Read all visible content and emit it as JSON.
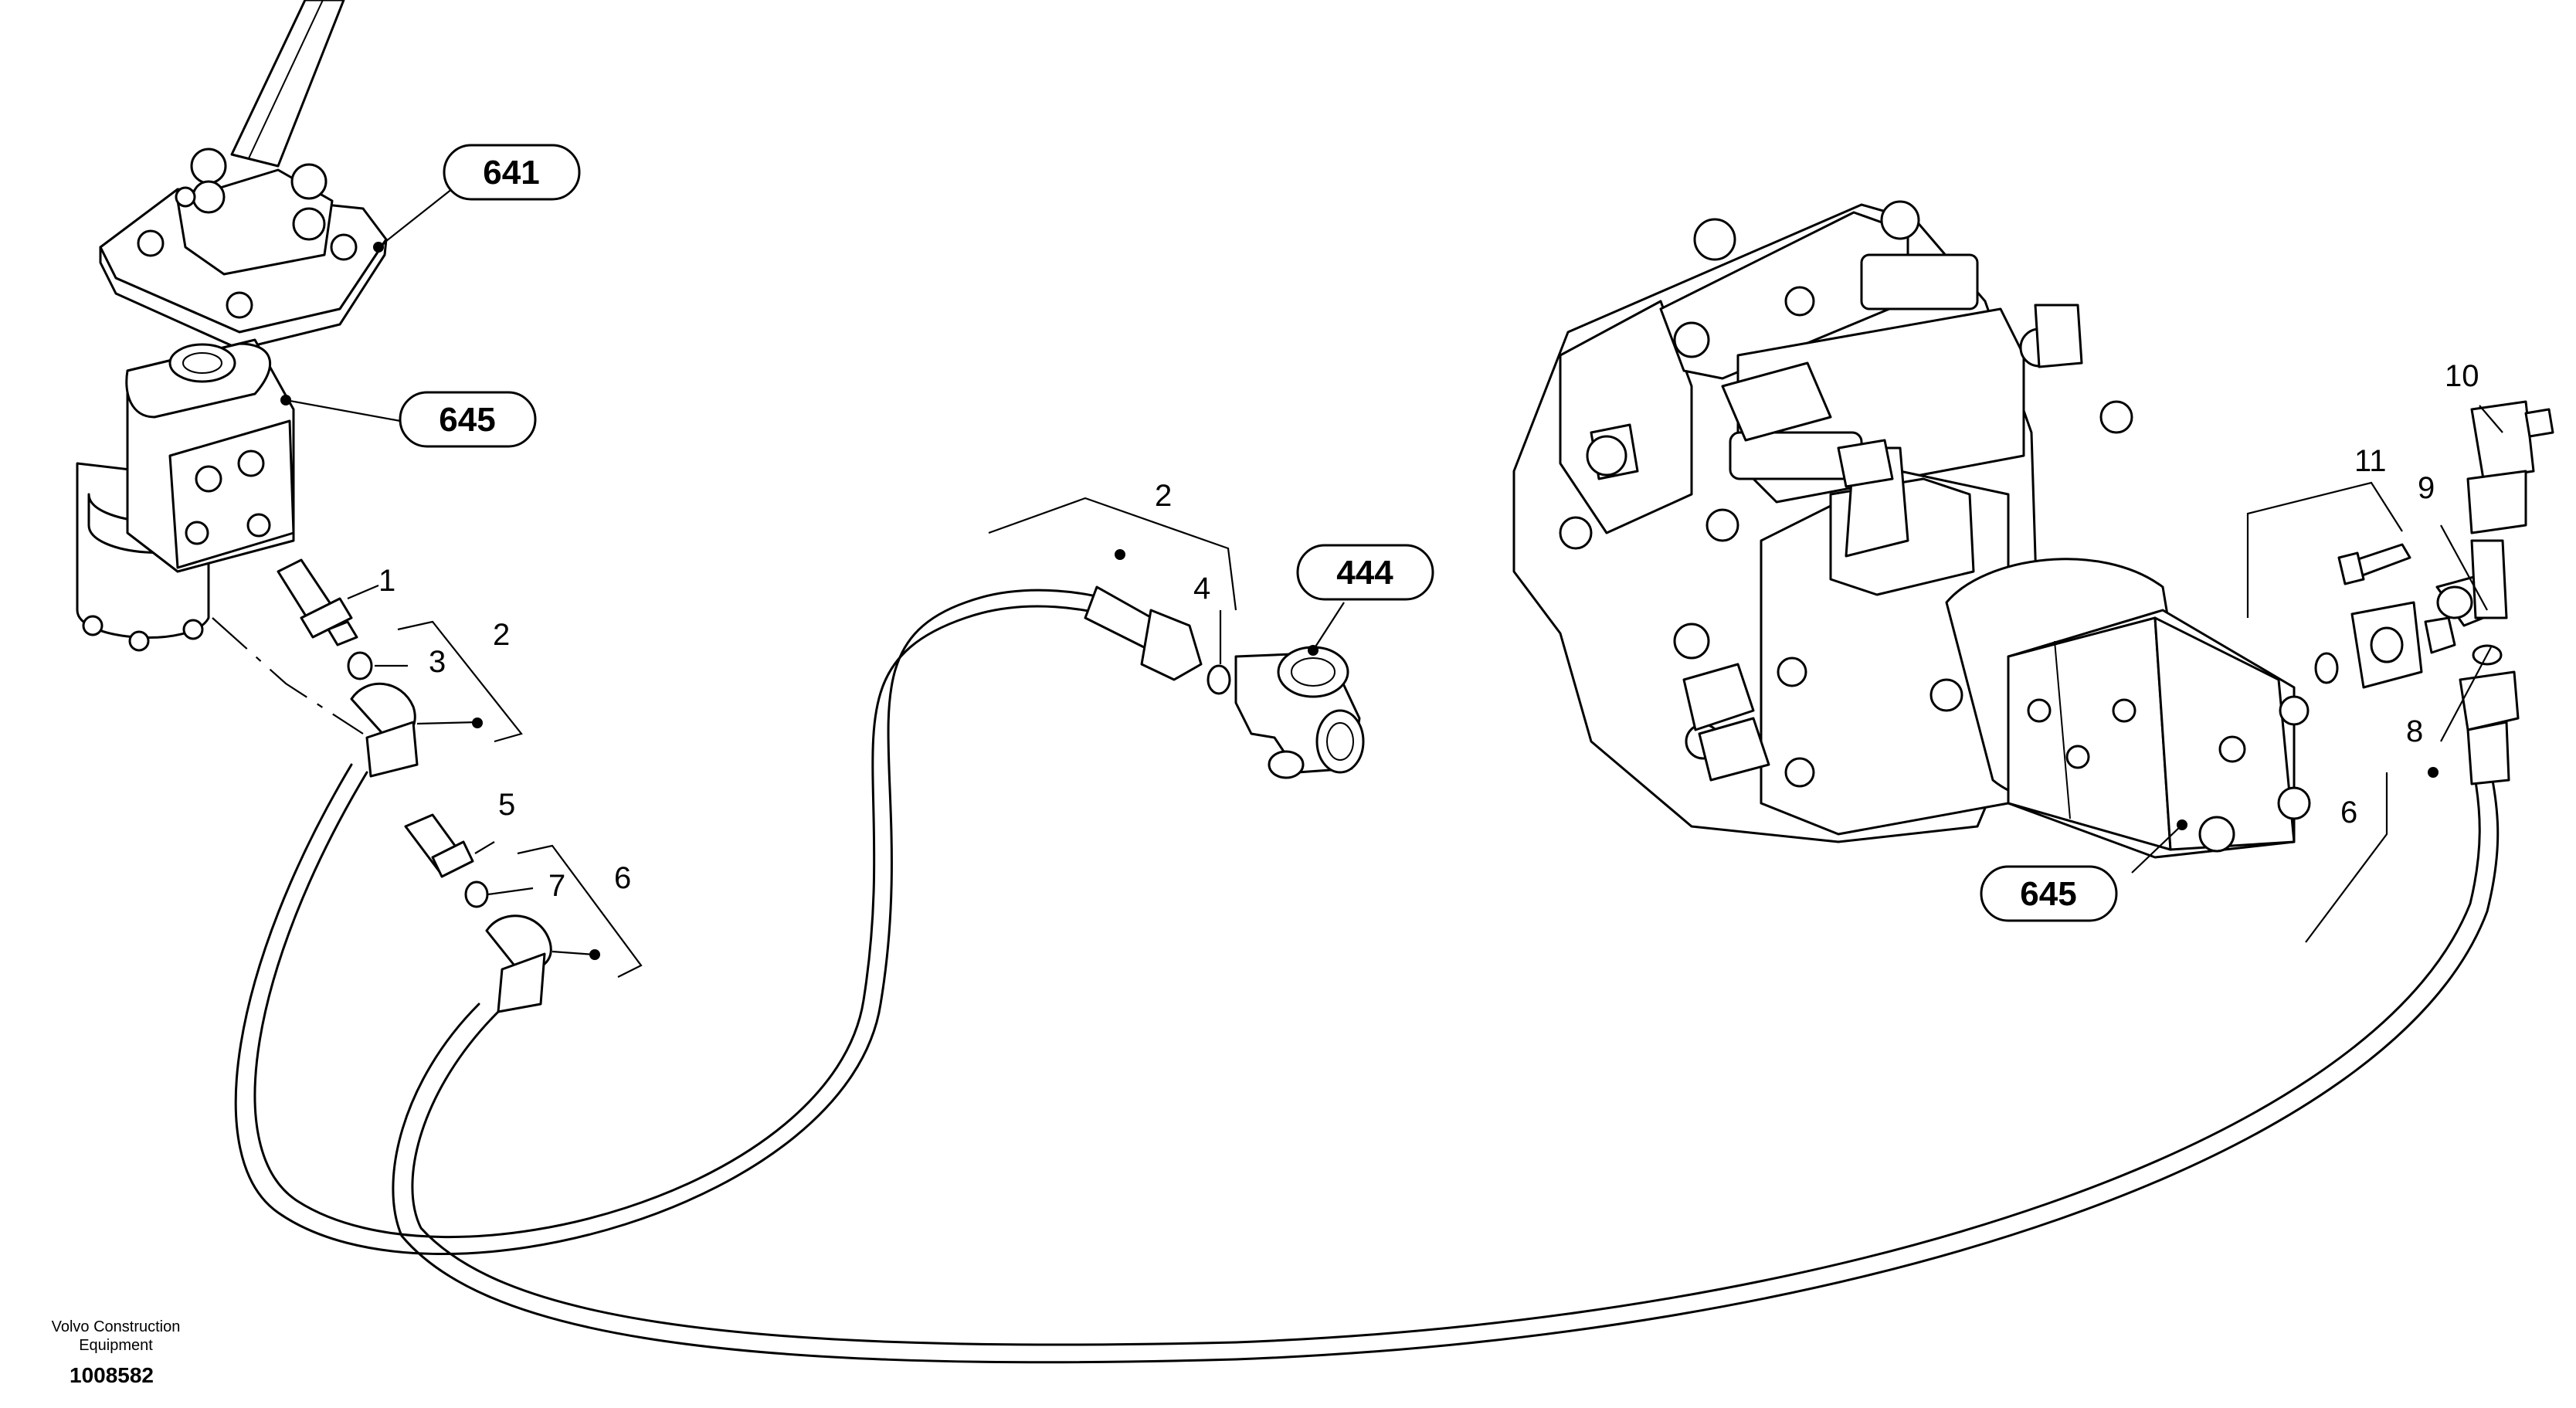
{
  "diagram": {
    "footer": {
      "brand_line1": "Volvo Construction",
      "brand_line2": "Equipment",
      "document_id": "1008582"
    },
    "reference_boxes": [
      {
        "id": "ref-641",
        "label": "641"
      },
      {
        "id": "ref-645-top",
        "label": "645"
      },
      {
        "id": "ref-444",
        "label": "444"
      },
      {
        "id": "ref-645-pump",
        "label": "645"
      }
    ],
    "callouts": [
      {
        "id": "c1",
        "label": "1"
      },
      {
        "id": "c2a",
        "label": "2"
      },
      {
        "id": "c3",
        "label": "3"
      },
      {
        "id": "c5",
        "label": "5"
      },
      {
        "id": "c6a",
        "label": "6"
      },
      {
        "id": "c7",
        "label": "7"
      },
      {
        "id": "c2b",
        "label": "2"
      },
      {
        "id": "c4",
        "label": "4"
      },
      {
        "id": "c11",
        "label": "11"
      },
      {
        "id": "c10",
        "label": "10"
      },
      {
        "id": "c9",
        "label": "9"
      },
      {
        "id": "c8",
        "label": "8"
      },
      {
        "id": "c6b",
        "label": "6"
      }
    ]
  }
}
